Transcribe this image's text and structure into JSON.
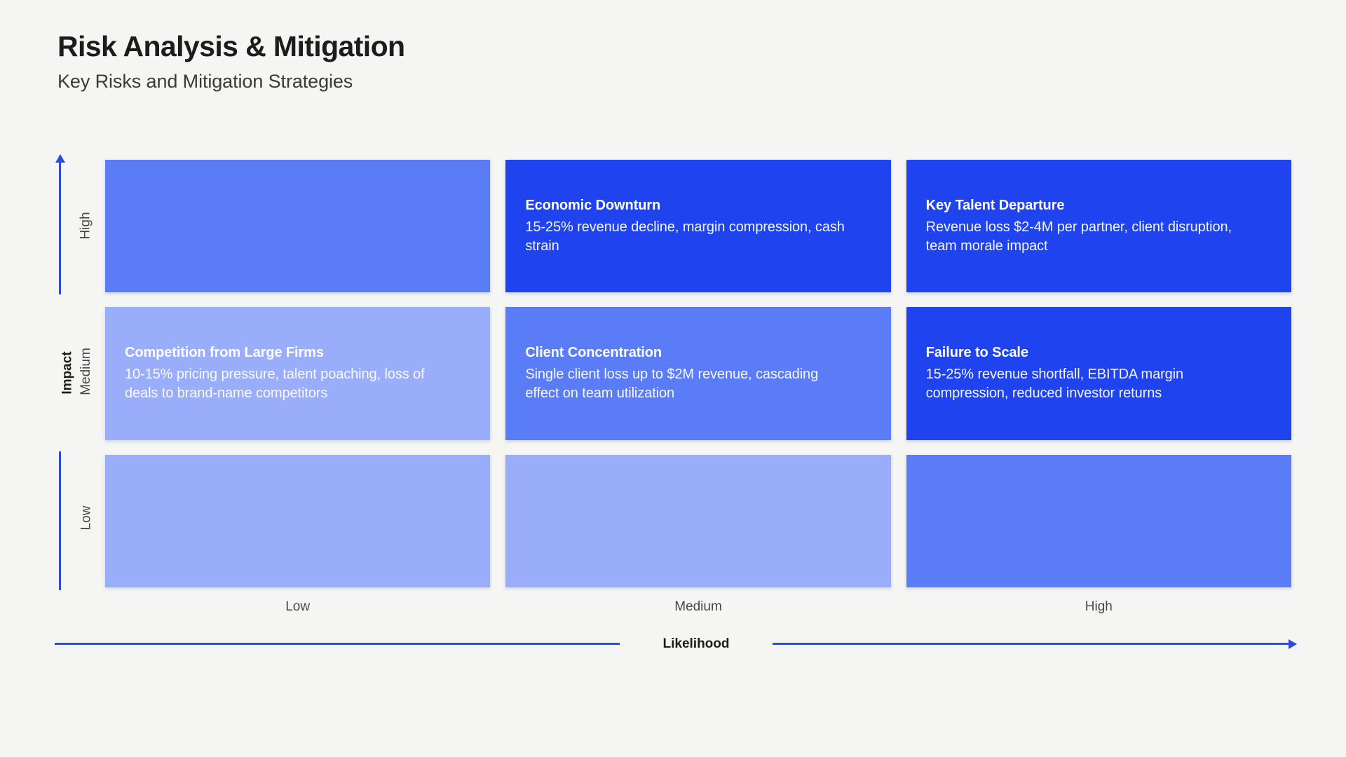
{
  "header": {
    "title": "Risk Analysis & Mitigation",
    "subtitle": "Key Risks and Mitigation Strategies"
  },
  "axes": {
    "y_title": "Impact",
    "y_ticks": [
      "High",
      "Medium",
      "Low"
    ],
    "x_title": "Likelihood",
    "x_ticks": [
      "Low",
      "Medium",
      "High"
    ]
  },
  "colors": {
    "background": "#f5f5f4",
    "axis": "#2c4ce0",
    "level_low": "#9aadfb",
    "level_medium": "#5b7cf7",
    "level_high": "#1f44ef",
    "title_text": "#1c1c1c",
    "card_text": "#ffffff"
  },
  "chart_data": {
    "type": "heatmap",
    "title": "Risk Analysis & Mitigation",
    "subtitle": "Key Risks and Mitigation Strategies",
    "xlabel": "Likelihood",
    "ylabel": "Impact",
    "x_categories": [
      "Low",
      "Medium",
      "High"
    ],
    "y_categories": [
      "High",
      "Medium",
      "Low"
    ],
    "legend": "none",
    "grid": false
  },
  "cells": [
    {
      "impact": "High",
      "likelihood": "Low",
      "level": "medium",
      "fill": "#5b7cf7",
      "title": "",
      "desc": "",
      "empty": true
    },
    {
      "impact": "High",
      "likelihood": "Medium",
      "level": "high",
      "fill": "#1f44ef",
      "title": "Economic Downturn",
      "desc": "15-25% revenue decline, margin compression, cash strain",
      "empty": false
    },
    {
      "impact": "High",
      "likelihood": "High",
      "level": "high",
      "fill": "#1f44ef",
      "title": "Key Talent Departure",
      "desc": "Revenue loss $2-4M per partner, client disruption, team morale impact",
      "empty": false
    },
    {
      "impact": "Medium",
      "likelihood": "Low",
      "level": "low",
      "fill": "#9aadfb",
      "title": "Competition from Large Firms",
      "desc": "10-15% pricing pressure, talent poaching, loss of deals to brand-name competitors",
      "empty": false
    },
    {
      "impact": "Medium",
      "likelihood": "Medium",
      "level": "medium",
      "fill": "#5b7cf7",
      "title": "Client Concentration",
      "desc": "Single client loss up to $2M revenue, cascading effect on team utilization",
      "empty": false
    },
    {
      "impact": "Medium",
      "likelihood": "High",
      "level": "high",
      "fill": "#1f44ef",
      "title": "Failure to Scale",
      "desc": "15-25% revenue shortfall, EBITDA margin compression, reduced investor returns",
      "empty": false
    },
    {
      "impact": "Low",
      "likelihood": "Low",
      "level": "low",
      "fill": "#9aadfb",
      "title": "",
      "desc": "",
      "empty": true
    },
    {
      "impact": "Low",
      "likelihood": "Medium",
      "level": "low",
      "fill": "#9aadfb",
      "title": "",
      "desc": "",
      "empty": true
    },
    {
      "impact": "Low",
      "likelihood": "High",
      "level": "medium",
      "fill": "#5b7cf7",
      "title": "",
      "desc": "",
      "empty": true
    }
  ]
}
